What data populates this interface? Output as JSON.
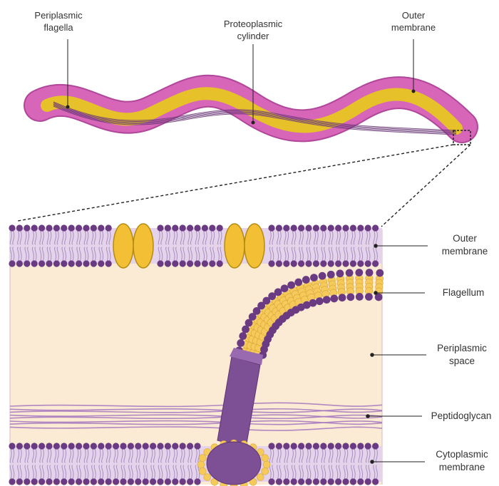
{
  "labels": {
    "top": {
      "periplasmic_flagella": [
        "Periplasmic",
        "flagella"
      ],
      "proteoplasmic_cylinder": [
        "Proteoplasmic",
        "cylinder"
      ],
      "outer_membrane": [
        "Outer",
        "membrane"
      ]
    },
    "detail": {
      "outer_membrane": [
        "Outer",
        "membrane"
      ],
      "flagellum": [
        "Flagellum"
      ],
      "periplasmic_space": [
        "Periplasmic",
        "space"
      ],
      "peptidoglycan": [
        "Peptidoglycan"
      ],
      "cytoplasmic_membrane": [
        "Cytoplasmic",
        "membrane"
      ]
    }
  },
  "colors": {
    "outer_sheath": "#d765b8",
    "outer_sheath_stroke": "#b0479a",
    "cylinder": "#e6c12a",
    "flagella": "#6b3a78",
    "lipid_head": "#6a3a82",
    "lipid_tail": "#a98fc0",
    "membrane_band": "#e4d3ea",
    "periplasm": "#fcebd4",
    "protein": "#f2bf35",
    "protein_stroke": "#b58b12",
    "flagellum_core": "#f5c95a",
    "motor": "#7d4f94",
    "peptidoglycan": "#a77cc0"
  }
}
